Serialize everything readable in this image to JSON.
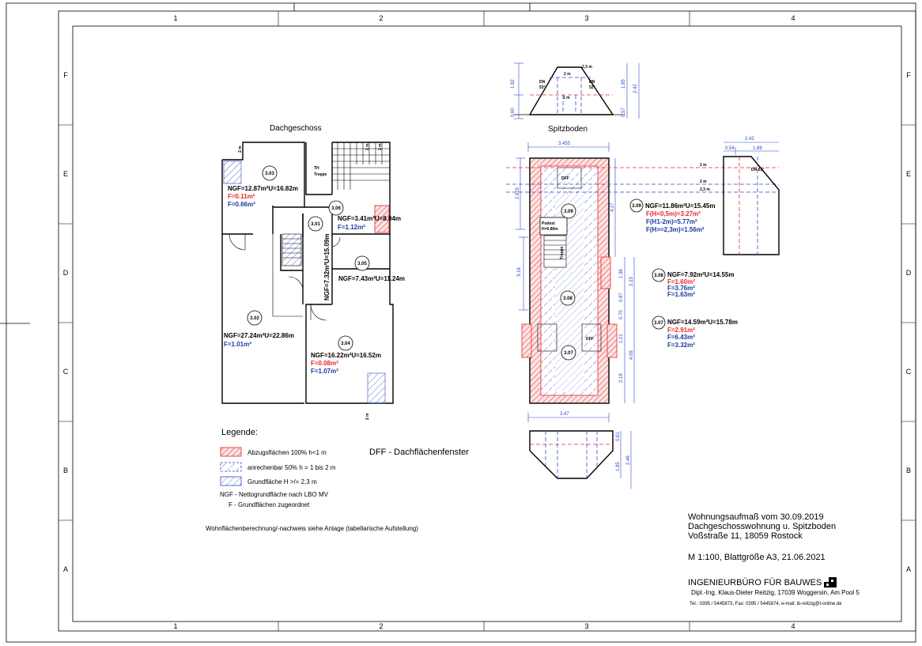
{
  "grid": {
    "columns": [
      "1",
      "2",
      "3",
      "4"
    ],
    "rows": [
      "F",
      "E",
      "D",
      "C",
      "B",
      "A"
    ]
  },
  "drawing_titles": {
    "dachgeschoss": "Dachgeschoss",
    "spitzboden": "Spitzboden"
  },
  "rooms": {
    "r303": {
      "num": "3.03",
      "ngf": "NGF=12.87m²U=16.82m",
      "f_red": "F=0.11m²",
      "f_blue": "F=0.66m²"
    },
    "r306": {
      "num": "3.06",
      "ngf": "NGF=3.41m²U=8.04m",
      "f_blue": "F=1.12m²"
    },
    "r301": {
      "num": "3.01",
      "ngf": "NGF=7.32m²U=15.09m"
    },
    "r305": {
      "num": "3.05",
      "ngf": "NGF=7.43m²U=11.24m"
    },
    "r302": {
      "num": "3.02",
      "ngf": "NGF=27.24m²U=22.86m",
      "f_blue": "F=1.01m²"
    },
    "r304": {
      "num": "3.04",
      "ngf": "NGF=16.22m²U=16.52m",
      "f_red": "F=0.08m²",
      "f_blue": "F=1.07m²"
    },
    "r309": {
      "num": "3.09",
      "ngf": "NGF=11.86m²U=15.45m",
      "f1": "F(H<0,5m)=3.27m²",
      "f2": "F(H1-2m)=5.77m²",
      "f3": "F(H>=2,3m)=1.56m²"
    },
    "r308": {
      "num": "3.08",
      "ngf": "NGF=7.92m²U=14.55m",
      "f1": "F=1.60m²",
      "f2": "F=3.76m²",
      "f3": "F=1.63m²"
    },
    "r307": {
      "num": "3.07",
      "ngf": "NGF=14.59m²U=15.78m",
      "f1": "F=2.91m²",
      "f2": "F=6.43m²",
      "f3": "F=3.32m²"
    }
  },
  "labels": {
    "th_treppe_1": "TH",
    "th_treppe_2": "Treppe",
    "podest_1": "Podest",
    "podest_2": "H=0.80m",
    "treppe": "Treppe",
    "dff_a": "DFF",
    "dff_b": "DFF",
    "dn_left": "DN",
    "dn_left_deg": "53°",
    "dn_right": "DN",
    "dn_right_deg": "52°",
    "dn_61": "DN 61°"
  },
  "dims": {
    "d_2m_a": "2 m",
    "d_2m_b": "2 m",
    "d_2m_c": "2 m",
    "d_2m_d": "2 m",
    "d_1m": "1 m",
    "d_23m": "2,3 m",
    "top_182": "1.82",
    "top_060": "0.60",
    "top_185": "1.85",
    "top_242": "2.42",
    "top_057": "0.57",
    "top_23": "2,3 m",
    "top_2m": "2 m",
    "top_1m": "1 m",
    "sb_3455": "3.455",
    "sb_2615": "2.615",
    "sb_427": "4.27",
    "sb_316": "3.16",
    "sb_223": "2.23",
    "sb_136": "1.36",
    "sb_087": "0.87",
    "sb_070": "0.70",
    "sb_121": "1.21",
    "sb_409": "4.09",
    "sb_218": "2.18",
    "sb_347": "3.47",
    "bot_061": "0.61",
    "bot_185": "1.85",
    "bot_246": "2.46",
    "right_242": "2.42",
    "right_054": "0.54",
    "right_188": "1.88",
    "right_1m": "1 m",
    "right_2m": "2 m",
    "right_23m": "2,3 m"
  },
  "legend": {
    "title": "Legende:",
    "item1": "Abzugsflächen 100% h<1 m",
    "item2": "anrechenbar 50% h = 1 bis 2 m",
    "item3": "Grundfläche H >/= 2,3 m",
    "ngf": "NGF - Nettogrundfläche nach LBO MV",
    "f": "F - Grundflächen zugeordnet",
    "dff": "DFF - Dachflächenfenster",
    "note": "Wohnflächenberechnung/-nachweis siehe Anlage (tabellarische Aufstellung)"
  },
  "title_block": {
    "line1": "Wohnungsaufmaß vom 30.09.2019",
    "line2": "Dachgeschosswohnung u. Spitzboden",
    "line3": "Voßstraße 11, 18059 Rostock",
    "scale": "M 1:100, Blattgröße A3, 21.06.2021",
    "office": "INGENIEURBÜRO FÜR BAUWESEN",
    "engineer": "Dipl.-Ing. Klaus-Dieter Reitzig, 17039 Woggersin, Am Pool 5",
    "contact": "Tel.: 0395 / 5445873, Fax: 0395 / 5445874, e-mail: ib-reitzig@t-online.de"
  },
  "colors": {
    "red": "#e8262a",
    "blue": "#2d49c9",
    "black": "#000000"
  }
}
